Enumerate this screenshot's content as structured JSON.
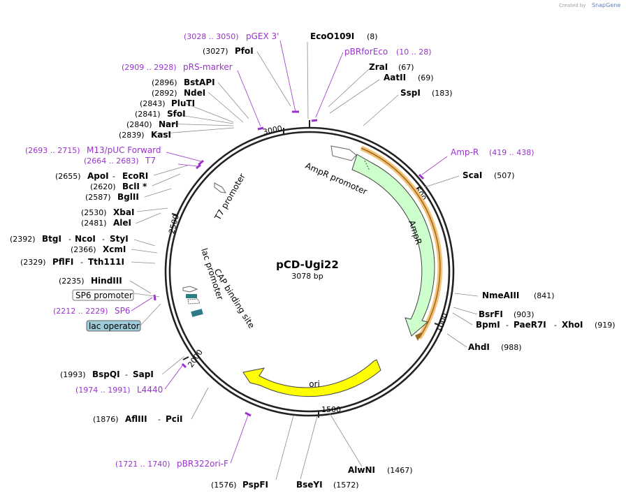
{
  "branding": {
    "created_by": "Created by",
    "product": "SnapGene"
  },
  "plasmid": {
    "name": "pCD-Ugi22",
    "length": "3078 bp"
  },
  "tick_labels": [
    "500",
    "1000",
    "1500",
    "2000",
    "2500",
    "3000"
  ],
  "sites": [
    {
      "name": "EcoO109I",
      "pos": "(8)"
    },
    {
      "name": "ZraI",
      "pos": "(67)"
    },
    {
      "name": "AatII",
      "pos": "(69)"
    },
    {
      "name": "SspI",
      "pos": "(183)"
    },
    {
      "name": "ScaI",
      "pos": "(507)"
    },
    {
      "name": "NmeAIII",
      "pos": "(841)"
    },
    {
      "name": "BsrFI",
      "pos": "(903)"
    },
    {
      "name": "BpmI",
      "name2": "PaeR7I",
      "name3": "XhoI",
      "pos": "(919)"
    },
    {
      "name": "AhdI",
      "pos": "(988)"
    },
    {
      "name": "AlwNI",
      "pos": "(1467)"
    },
    {
      "name": "BseYI",
      "pos": "(1572)"
    },
    {
      "name": "PspFI",
      "pos": "(1576)"
    },
    {
      "name": "AflIII",
      "name2": "PciI",
      "pos": "(1876)"
    },
    {
      "name": "BspQI",
      "name2": "SapI",
      "pos": "(1993)"
    },
    {
      "name": "PflFI",
      "name2": "Tth111I",
      "pos": "(2329)"
    },
    {
      "name": "XcmI",
      "pos": "(2366)"
    },
    {
      "name": "BtgI",
      "name2": "NcoI",
      "name3": "StyI",
      "pos": "(2392)"
    },
    {
      "name": "AleI",
      "pos": "(2481)"
    },
    {
      "name": "XbaI",
      "pos": "(2530)"
    },
    {
      "name": "BglII",
      "pos": "(2587)"
    },
    {
      "name": "BclI *",
      "pos": "(2620)"
    },
    {
      "name": "ApoI",
      "name2": "EcoRI",
      "pos": "(2655)"
    },
    {
      "name": "KasI",
      "pos": "(2839)"
    },
    {
      "name": "NarI",
      "pos": "(2840)"
    },
    {
      "name": "SfoI",
      "pos": "(2841)"
    },
    {
      "name": "PluTI",
      "pos": "(2843)"
    },
    {
      "name": "NdeI",
      "pos": "(2892)"
    },
    {
      "name": "BstAPI",
      "pos": "(2896)"
    },
    {
      "name": "PfoI",
      "pos": "(3027)"
    },
    {
      "name": "HindIII",
      "pos": "(2235)"
    }
  ],
  "primers": [
    {
      "name": "pGEX 3'",
      "range": "(3028 .. 3050)"
    },
    {
      "name": "pBRforEco",
      "range": "(10 .. 28)"
    },
    {
      "name": "pRS-marker",
      "range": "(2909 .. 2928)"
    },
    {
      "name": "Amp-R",
      "range": "(419 .. 438)"
    },
    {
      "name": "M13/pUC Forward",
      "range": "(2693 .. 2715)"
    },
    {
      "name": "T7",
      "range": "(2664 .. 2683)"
    },
    {
      "name": "SP6",
      "range": "(2212 .. 2229)"
    },
    {
      "name": "L4440",
      "range": "(1974 .. 1991)"
    },
    {
      "name": "pBR322ori-F",
      "range": "(1721 .. 1740)"
    }
  ],
  "features": {
    "ampr_promoter": "AmpR promoter",
    "ampr": "AmpR",
    "ori": "ori",
    "t7_promoter": "T7 promoter",
    "lac_promoter": "lac promoter",
    "cap_site": "CAP binding site",
    "sp6_promoter": "SP6 promoter",
    "lac_operator": "lac operator"
  },
  "colors": {
    "backbone": "#222222",
    "ampr": "#ccffcc",
    "ori": "#ffff00",
    "primer": "#9933cc",
    "primer_bar_highlight": "#f5c27a",
    "lac_operator": "#9ecbd8",
    "cap_site": "#2e7b8c"
  }
}
